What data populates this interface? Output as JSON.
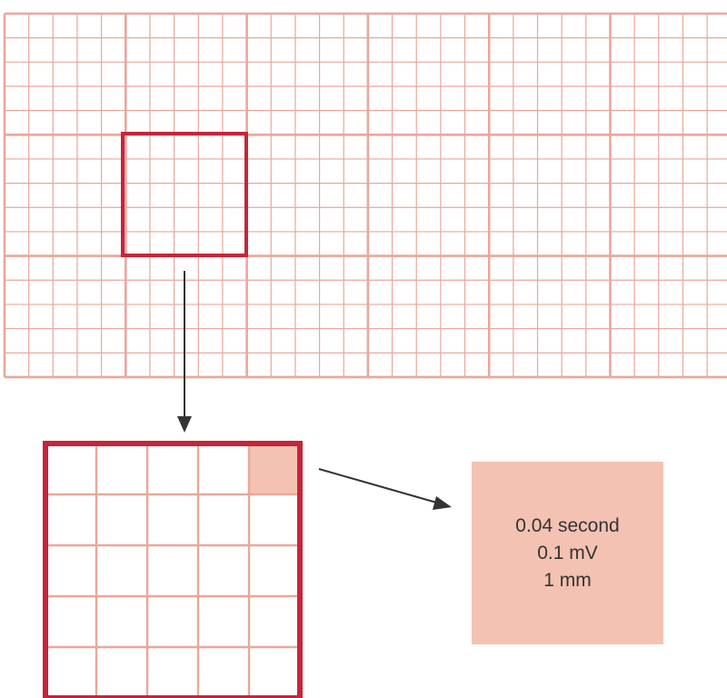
{
  "colors": {
    "grid_line": "#e9a79a",
    "highlight_square": "#c7243a",
    "small_box_fill": "#f3c2b3",
    "label_box_fill": "#f3c2b3",
    "arrow": "#333333",
    "label_text": "#333333"
  },
  "ecg_paper": {
    "small_squares_per_large_square": 5
  },
  "small_box_label": {
    "time": "0.04 second",
    "voltage": "0.1 mV",
    "size": "1 mm"
  }
}
